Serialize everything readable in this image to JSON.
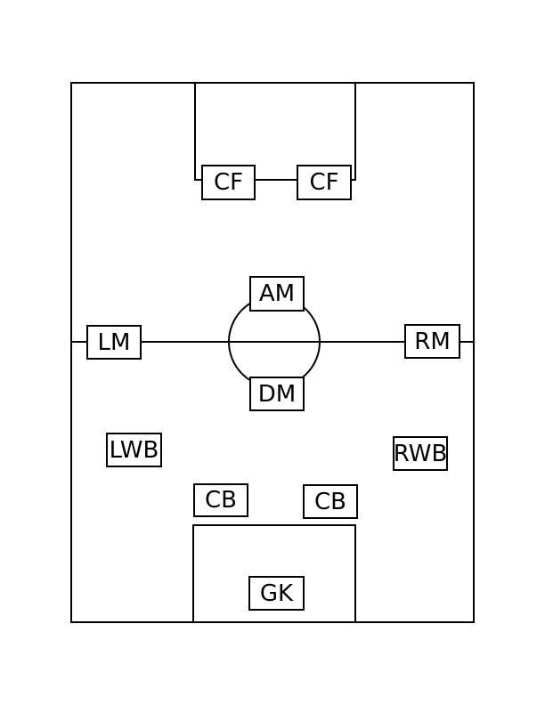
{
  "diagram": {
    "type": "football-formation-pitch",
    "players": [
      {
        "id": "cf-left",
        "label": "CF"
      },
      {
        "id": "cf-right",
        "label": "CF"
      },
      {
        "id": "am",
        "label": "AM"
      },
      {
        "id": "lm",
        "label": "LM"
      },
      {
        "id": "rm",
        "label": "RM"
      },
      {
        "id": "dm",
        "label": "DM"
      },
      {
        "id": "lwb",
        "label": "LWB"
      },
      {
        "id": "rwb",
        "label": "RWB"
      },
      {
        "id": "cb-left",
        "label": "CB"
      },
      {
        "id": "cb-right",
        "label": "CB"
      },
      {
        "id": "gk",
        "label": "GK"
      }
    ],
    "colors": {
      "line": "#000000",
      "background": "#ffffff",
      "box_fill": "#ffffff",
      "text": "#000000"
    }
  }
}
